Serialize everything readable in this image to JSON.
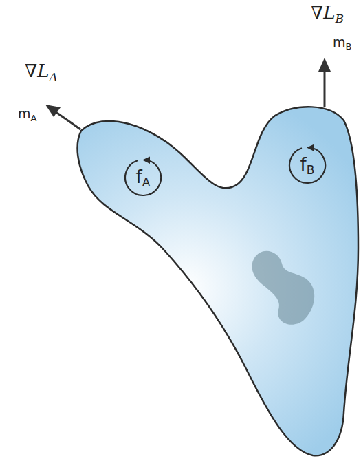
{
  "diagram": {
    "nodes": [
      {
        "text": [
          "fA"
        ]
      },
      {
        "text": [
          "fB"
        ]
      }
    ],
    "labels": [
      "∇LA",
      "mA",
      "∇LB",
      "mB"
    ]
  }
}
